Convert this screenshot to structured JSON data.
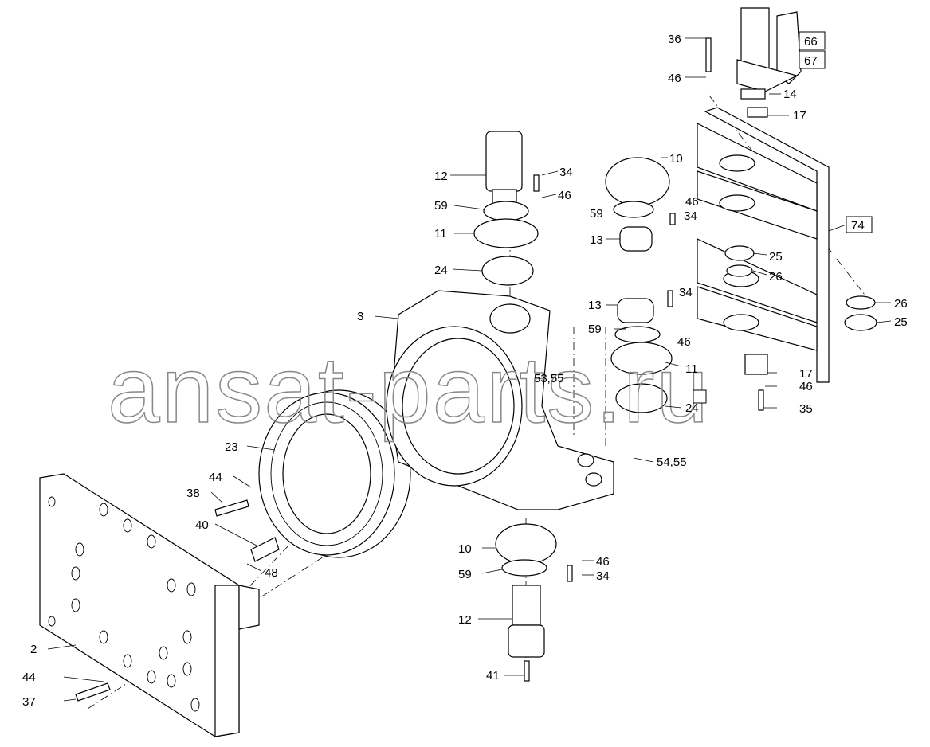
{
  "diagram": {
    "watermark": "ansat-parts.ru",
    "labels": [
      "36",
      "46",
      "66",
      "67",
      "14",
      "17",
      "10",
      "12",
      "34",
      "46",
      "59",
      "46",
      "59",
      "34",
      "11",
      "13",
      "74",
      "25",
      "26",
      "24",
      "34",
      "3",
      "13",
      "26",
      "25",
      "59",
      "46",
      "11",
      "17",
      "46",
      "53,55",
      "24",
      "35",
      "54,55",
      "23",
      "44",
      "38",
      "40",
      "48",
      "10",
      "46",
      "59",
      "34",
      "12",
      "2",
      "44",
      "41",
      "37"
    ]
  }
}
